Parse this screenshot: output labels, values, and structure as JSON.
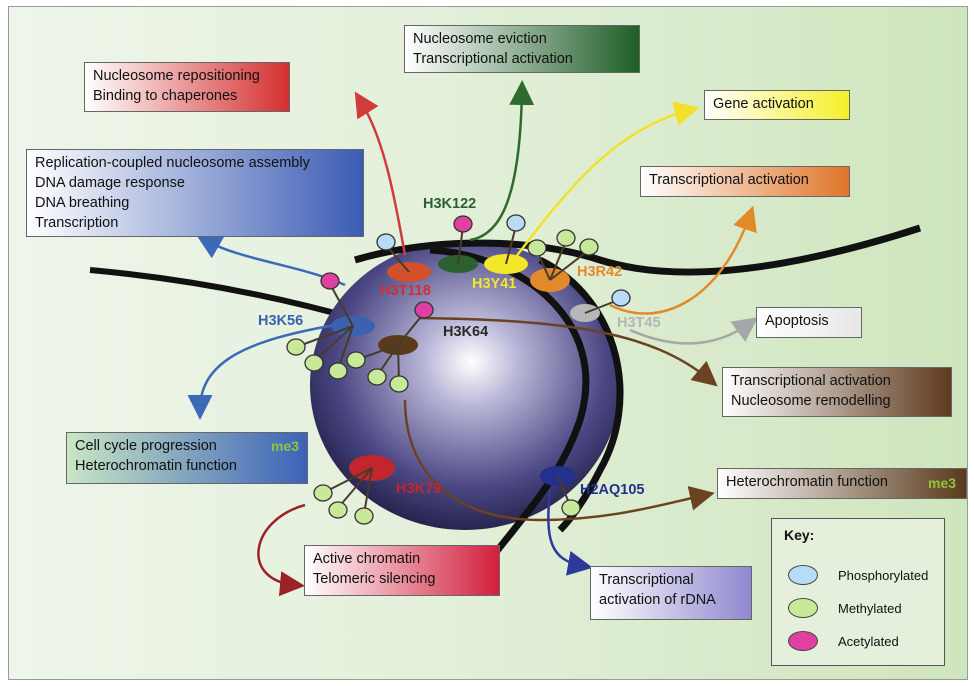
{
  "outcomes": {
    "repositioning": [
      "Nucleosome repositioning",
      "Binding to chaperones"
    ],
    "eviction": [
      "Nucleosome eviction",
      "Transcriptional activation"
    ],
    "gene_activation": "Gene activation",
    "transcriptional_activation": "Transcriptional activation",
    "replication": [
      "Replication-coupled nucleosome assembly",
      "DNA damage response",
      "DNA breathing",
      "Transcription"
    ],
    "apoptosis": "Apoptosis",
    "remodelling": [
      "Transcriptional activation",
      "Nucleosome remodelling"
    ],
    "cell_cycle": [
      "Cell cycle progression",
      "Heterochromatin function"
    ],
    "cell_cycle_me3": "me3",
    "heterochromatin": "Heterochromatin function",
    "heterochromatin_me3": "me3",
    "active_chromatin": [
      "Active chromatin",
      "Telomeric silencing"
    ],
    "rdna": [
      "Transcriptional",
      "activation of rDNA"
    ]
  },
  "sites": {
    "h3k122": "H3K122",
    "h3t118": "H3T118",
    "h3y41": "H3Y41",
    "h3r42": "H3R42",
    "h3t45": "H3T45",
    "h3k56": "H3K56",
    "h3k64": "H3K64",
    "h3k79": "H3K79",
    "h2aq105": "H2AQ105"
  },
  "key": {
    "title": "Key:",
    "items": [
      "Phosphorylated",
      "Methylated",
      "Acetylated"
    ]
  },
  "colors": {
    "phosphorylated": "#b8dcf5",
    "methylated": "#c8e89a",
    "acetylated": "#e040a0",
    "dna": "#111111",
    "nucleosome": "#2a2850"
  }
}
